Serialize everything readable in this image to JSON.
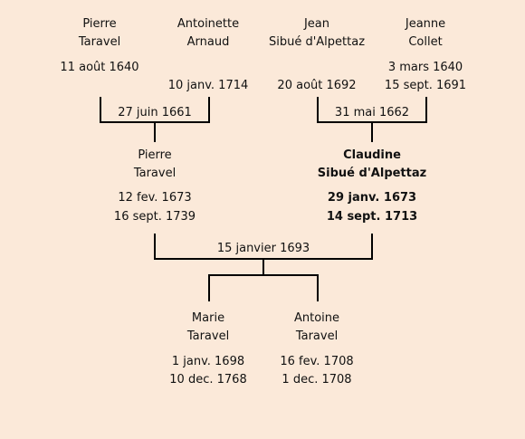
{
  "grandparents": {
    "pierre_sr": {
      "first": "Pierre",
      "last": "Taravel",
      "birth": "11 août 1640",
      "death": ""
    },
    "antoinette": {
      "first": "Antoinette",
      "last": "Arnaud",
      "birth": "",
      "death": "10 janv. 1714"
    },
    "jean": {
      "first": "Jean",
      "last": "Sibué d'Alpettaz",
      "birth": "",
      "death": "20 août 1692"
    },
    "jeanne": {
      "first": "Jeanne",
      "last": "Collet",
      "birth": "3 mars 1640",
      "death": "15 sept. 1691"
    }
  },
  "marriages": {
    "left": "27 juin 1661",
    "right": "31 mai 1662",
    "parents": "15 janvier 1693"
  },
  "parents": {
    "pierre": {
      "first": "Pierre",
      "last": "Taravel",
      "birth": "12 fev. 1673",
      "death": "16 sept. 1739"
    },
    "claudine": {
      "first": "Claudine",
      "last": "Sibué d'Alpettaz",
      "birth": "29 janv. 1673",
      "death": "14 sept. 1713"
    }
  },
  "children": {
    "marie": {
      "first": "Marie",
      "last": "Taravel",
      "birth": "1 janv. 1698",
      "death": "10 dec. 1768"
    },
    "antoine": {
      "first": "Antoine",
      "last": "Taravel",
      "birth": "16 fev. 1708",
      "death": "1 dec. 1708"
    }
  }
}
